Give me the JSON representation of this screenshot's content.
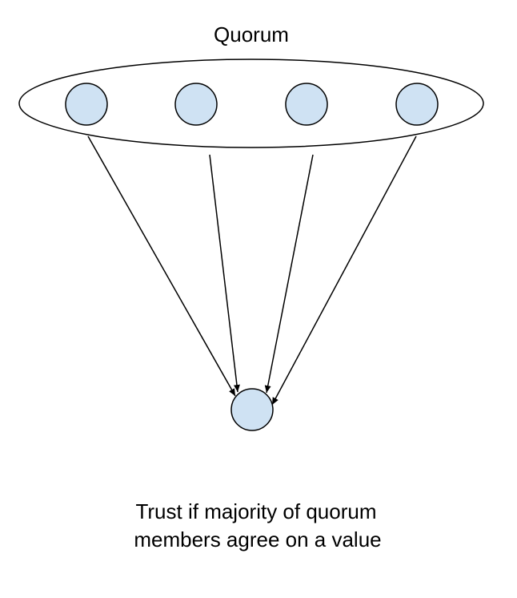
{
  "diagram": {
    "title": "Quorum",
    "caption_lines": [
      "Trust if majority of quorum",
      "members agree on a value"
    ],
    "colors": {
      "node_fill": "#cfe2f3",
      "stroke": "#000000",
      "background": "#ffffff"
    },
    "quorum_member_count": 4
  }
}
